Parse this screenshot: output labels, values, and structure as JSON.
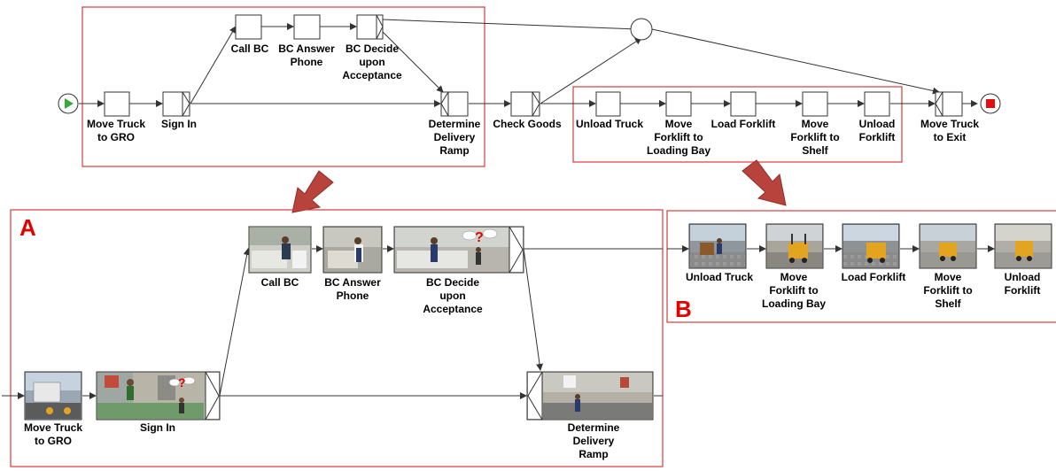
{
  "colors": {
    "frame": "#d83a3a",
    "arrow_fill": "#b8433d",
    "start_fill": "#37a93a",
    "end_fill": "#e01010",
    "line": "#333333"
  },
  "top_flow": {
    "tasks": {
      "move_truck_gro": "Move Truck\nto GRO",
      "sign_in": "Sign In",
      "call_bc": "Call BC",
      "bc_answer_phone": "BC Answer\nPhone",
      "bc_decide": "BC Decide\nupon\nAcceptance",
      "determine_ramp": "Determine\nDelivery\nRamp",
      "check_goods": "Check Goods",
      "unload_truck": "Unload Truck",
      "move_forklift_bay": "Move\nForklift to\nLoading Bay",
      "load_forklift": "Load Forklift",
      "move_forklift_shelf": "Move\nForklift to\nShelf",
      "unload_forklift": "Unload\nForklift",
      "move_truck_exit": "Move Truck\nto Exit"
    }
  },
  "panel_a": {
    "tag": "A",
    "tasks": {
      "move_truck_gro": "Move Truck\nto GRO",
      "sign_in": "Sign In",
      "call_bc": "Call BC",
      "bc_answer_phone": "BC Answer\nPhone",
      "bc_decide": "BC Decide\nupon\nAcceptance",
      "determine_ramp": "Determine\nDelivery\nRamp"
    }
  },
  "panel_b": {
    "tag": "B",
    "tasks": {
      "unload_truck": "Unload Truck",
      "move_forklift_bay": "Move\nForklift to\nLoading Bay",
      "load_forklift": "Load Forklift",
      "move_forklift_shelf": "Move\nForklift to\nShelf",
      "unload_forklift": "Unload\nForklift"
    }
  }
}
